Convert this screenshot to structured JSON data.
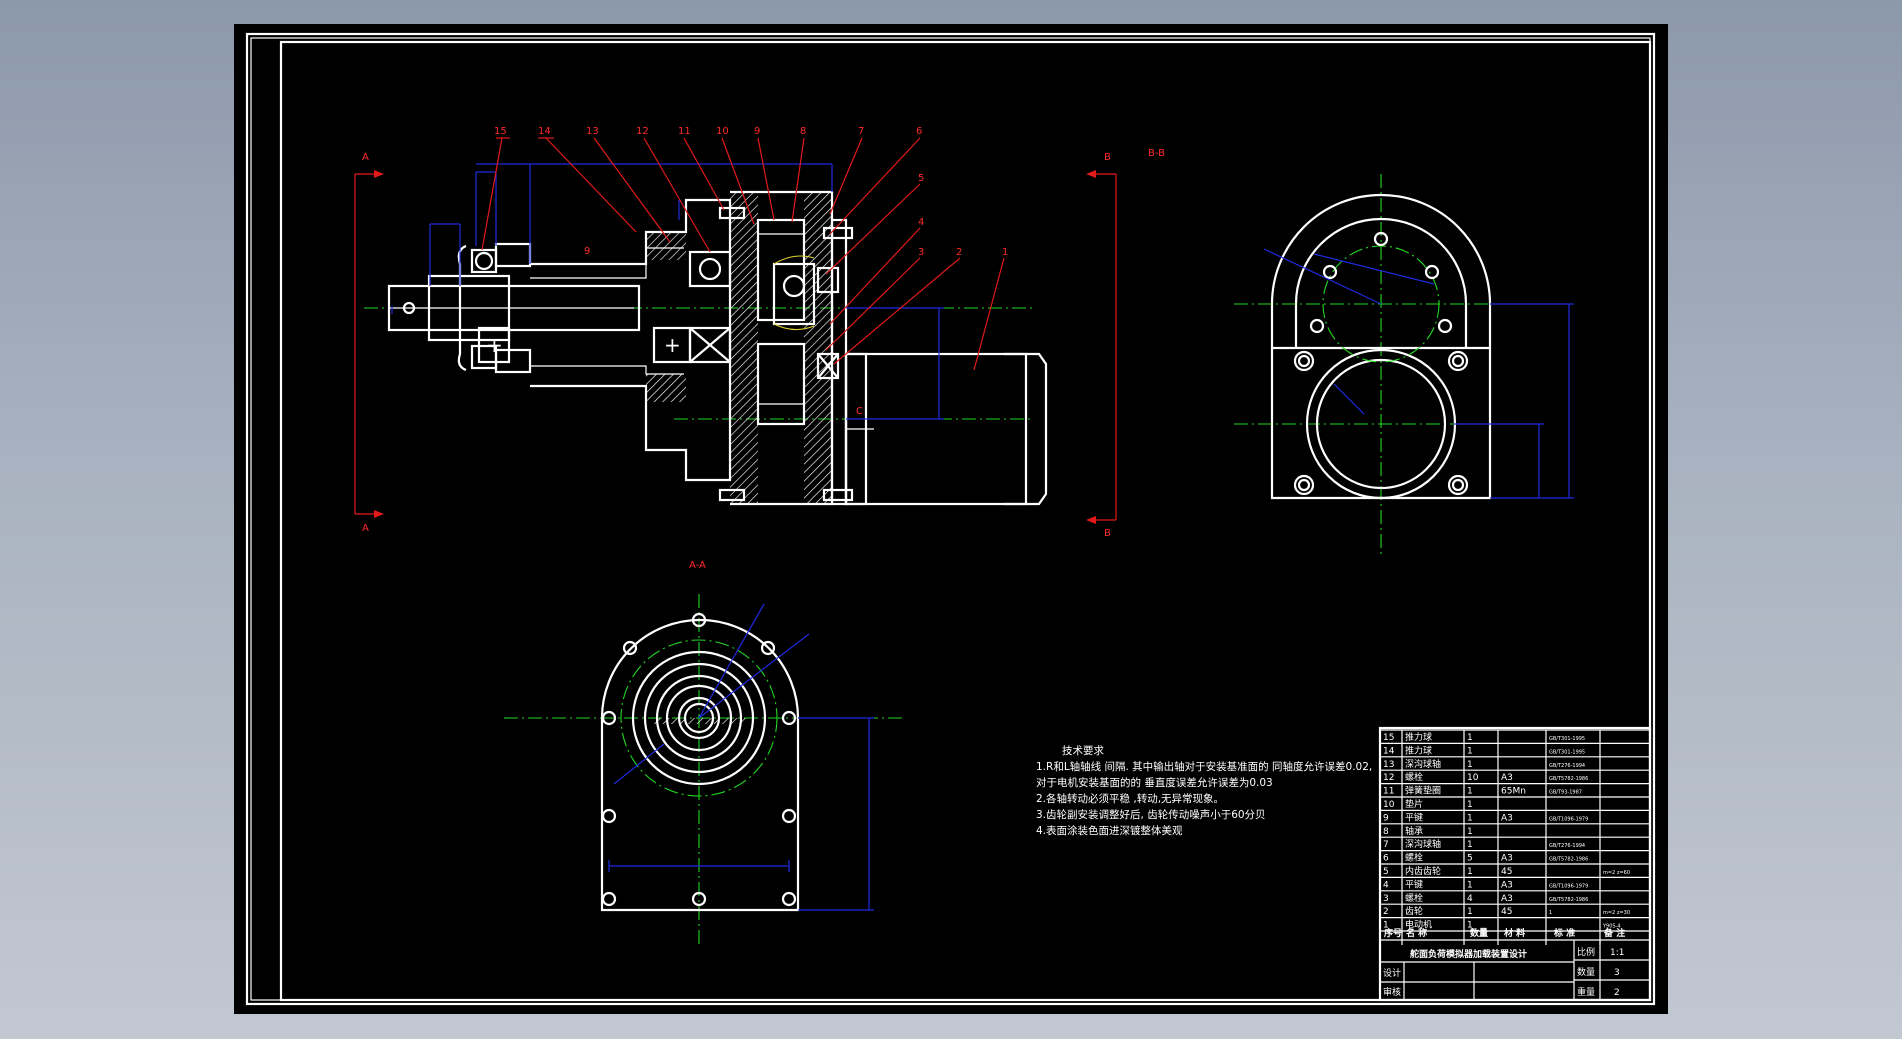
{
  "view_labels": {
    "a_section": "A-A",
    "b_section": "B-B",
    "marker_a": "A",
    "marker_b": "B"
  },
  "balloons": [
    "15",
    "14",
    "13",
    "12",
    "11",
    "10",
    "9",
    "8",
    "7",
    "6",
    "5",
    "4",
    "3",
    "2",
    "1"
  ],
  "inner_labels": [
    "9",
    "C"
  ],
  "tech_notes": {
    "title": "技术要求",
    "lines": [
      "1.R和L轴轴线 间隔. 其中输出轴对于安装基准面的 同轴度允许误差0.02,",
      "  对于电机安装基面的的 垂直度误差允许误差为0.03",
      "2.各轴转动必须平稳 ,转动,无异常现象。",
      "3.齿轮副安装调整好后, 齿轮传动噪声小于60分贝",
      "4.表面涂装色面进深镀整体美观"
    ]
  },
  "parts_table": {
    "rows": [
      {
        "no": "15",
        "name": "推力球",
        "qty": "1",
        "mat": "",
        "std": "GB/T301-1995",
        "note": ""
      },
      {
        "no": "14",
        "name": "推力球",
        "qty": "1",
        "mat": "",
        "std": "GB/T301-1995",
        "note": ""
      },
      {
        "no": "13",
        "name": "深沟球轴",
        "qty": "1",
        "mat": "",
        "std": "GB/T276-1994",
        "note": ""
      },
      {
        "no": "12",
        "name": "螺栓",
        "qty": "10",
        "mat": "A3",
        "std": "GB/T5782-1986",
        "note": ""
      },
      {
        "no": "11",
        "name": "弹簧垫圈",
        "qty": "1",
        "mat": "65Mn",
        "std": "GB/T93-1987",
        "note": ""
      },
      {
        "no": "10",
        "name": "垫片",
        "qty": "1",
        "mat": "",
        "std": "",
        "note": ""
      },
      {
        "no": "9",
        "name": "平键",
        "qty": "1",
        "mat": "A3",
        "std": "GB/T1096-1979",
        "note": ""
      },
      {
        "no": "8",
        "name": "轴承",
        "qty": "1",
        "mat": "",
        "std": "",
        "note": ""
      },
      {
        "no": "7",
        "name": "深沟球轴",
        "qty": "1",
        "mat": "",
        "std": "GB/T276-1994",
        "note": ""
      },
      {
        "no": "6",
        "name": "螺栓",
        "qty": "5",
        "mat": "A3",
        "std": "GB/T5782-1986",
        "note": ""
      },
      {
        "no": "5",
        "name": "内齿齿轮",
        "qty": "1",
        "mat": "45",
        "std": "",
        "note": "m=2 z=60"
      },
      {
        "no": "4",
        "name": "平键",
        "qty": "1",
        "mat": "A3",
        "std": "GB/T1096-1979",
        "note": ""
      },
      {
        "no": "3",
        "name": "螺栓",
        "qty": "4",
        "mat": "A3",
        "std": "GB/T5782-1986",
        "note": ""
      },
      {
        "no": "2",
        "name": "齿轮",
        "qty": "1",
        "mat": "45",
        "std": "1",
        "note": "m=2 z=30"
      },
      {
        "no": "1",
        "name": "电动机",
        "qty": "1",
        "mat": "",
        "std": "",
        "note": "Y90S-4"
      }
    ],
    "header": {
      "no": "序号",
      "name": "名 称",
      "qty": "数量",
      "mat": "材 料",
      "std": "标 准",
      "note": "备 注"
    },
    "title": "舵面负荷模拟器加载装置设计",
    "sheet_labels": [
      "比例",
      "数量",
      "重量"
    ],
    "sheet_values": [
      "1:1",
      "3",
      "2"
    ],
    "sign_labels": [
      "设计",
      "审核"
    ]
  }
}
